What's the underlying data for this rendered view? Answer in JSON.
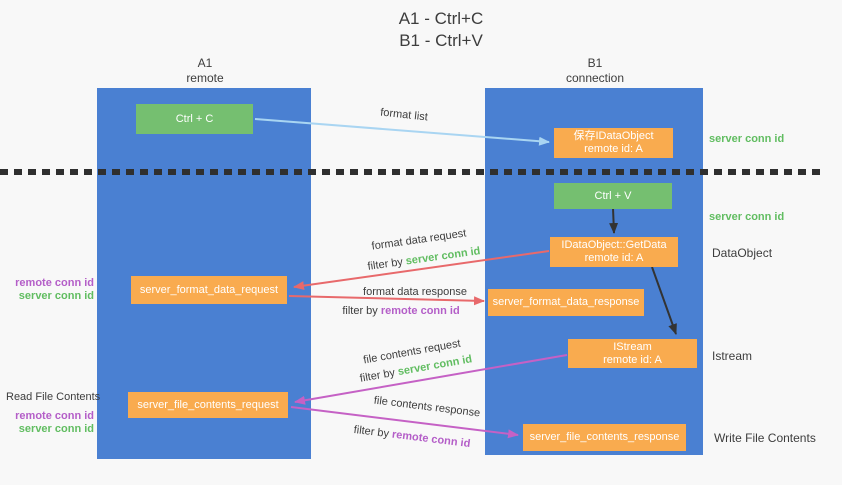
{
  "title": {
    "line1": "A1 - Ctrl+C",
    "line2": "B1 - Ctrl+V"
  },
  "lanes": {
    "left": {
      "name_line": "A1",
      "role_line": "remote"
    },
    "right": {
      "name_line": "B1",
      "role_line": "connection"
    }
  },
  "nodes": {
    "ctrl_c": {
      "label": "Ctrl + C"
    },
    "save_idataobject": {
      "line1": "保存IDataObject",
      "line2": "remote id: A"
    },
    "ctrl_v": {
      "label": "Ctrl + V"
    },
    "getdata": {
      "line1": "IDataObject::GetData",
      "line2": "remote id: A"
    },
    "format_request": {
      "label": "server_format_data_request"
    },
    "format_response": {
      "label": "server_format_data_response"
    },
    "istream": {
      "line1": "IStream",
      "line2": "remote id: A"
    },
    "file_request": {
      "label": "server_file_contents_request"
    },
    "file_response": {
      "label": "server_file_contents_response"
    }
  },
  "edge_labels": {
    "format_list": "format list",
    "format_data_request": "format data request",
    "format_data_response": "format data response",
    "file_contents_request": "file contents request",
    "file_contents_response": "file contents response",
    "filter_by": "filter by ",
    "server_conn_id": "server conn id",
    "remote_conn_id": "remote conn id"
  },
  "side_labels": {
    "right_server_conn_id_top": "server conn id",
    "right_server_conn_id_mid": "server conn id",
    "dataobject": "DataObject",
    "istream": "Istream",
    "write_file_contents": "Write File Contents",
    "read_file_contents": "Read File Contents",
    "left_remote_conn_id_top": "remote conn id",
    "left_server_conn_id_top": "server conn id",
    "left_remote_conn_id_bottom": "remote conn id",
    "left_server_conn_id_bottom": "server conn id"
  },
  "colors": {
    "bg": "#f8f8f8",
    "lane-blue": "#4a80d2",
    "node-green": "#75bf70",
    "node-orange": "#f9ab4f",
    "arrow-blue": "#a9d5f2",
    "arrow-red": "#e8696b",
    "arrow-magenta": "#c561c5",
    "arrow-black": "#333333",
    "text-dark": "#3d3d3d",
    "conn-green": "#61bd61",
    "conn-purple": "#b45ec8",
    "dash-dark": "#2f2f2f"
  }
}
